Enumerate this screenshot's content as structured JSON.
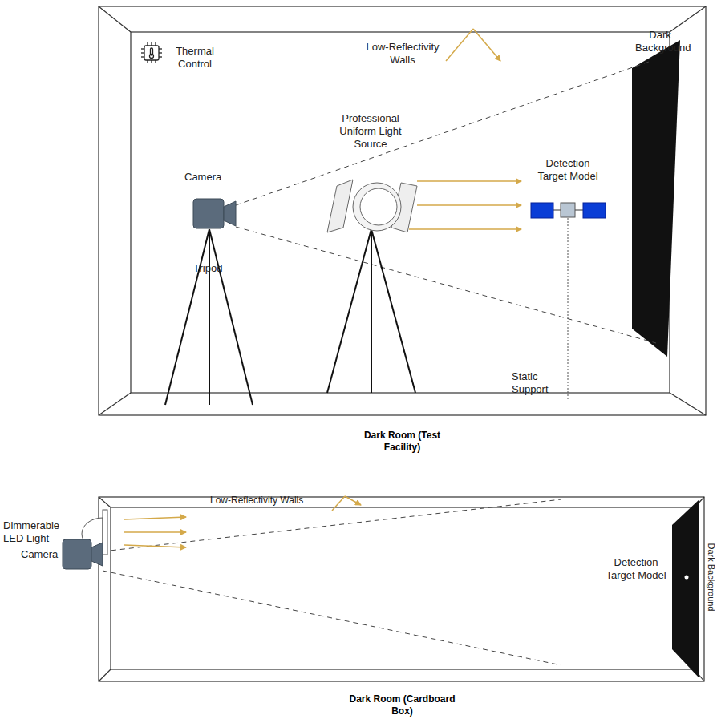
{
  "diagram": {
    "nodes": [
      {
        "text": [
          "Dark Room (Test Facility)"
        ]
      },
      {
        "text": [
          "Dark Room (Cardboard Box)"
        ]
      }
    ],
    "labels": [
      "Thermal Control",
      "Low-Reflectivity Walls",
      "Dark Background",
      "Professional Uniform Light Source",
      "Camera",
      "Detection Target Model",
      "Tripod",
      "Static Support",
      "Low-Reflectivity Walls",
      "Dimmerable LED Light",
      "Camera",
      "Detection Target Model",
      "Dark Background"
    ]
  }
}
